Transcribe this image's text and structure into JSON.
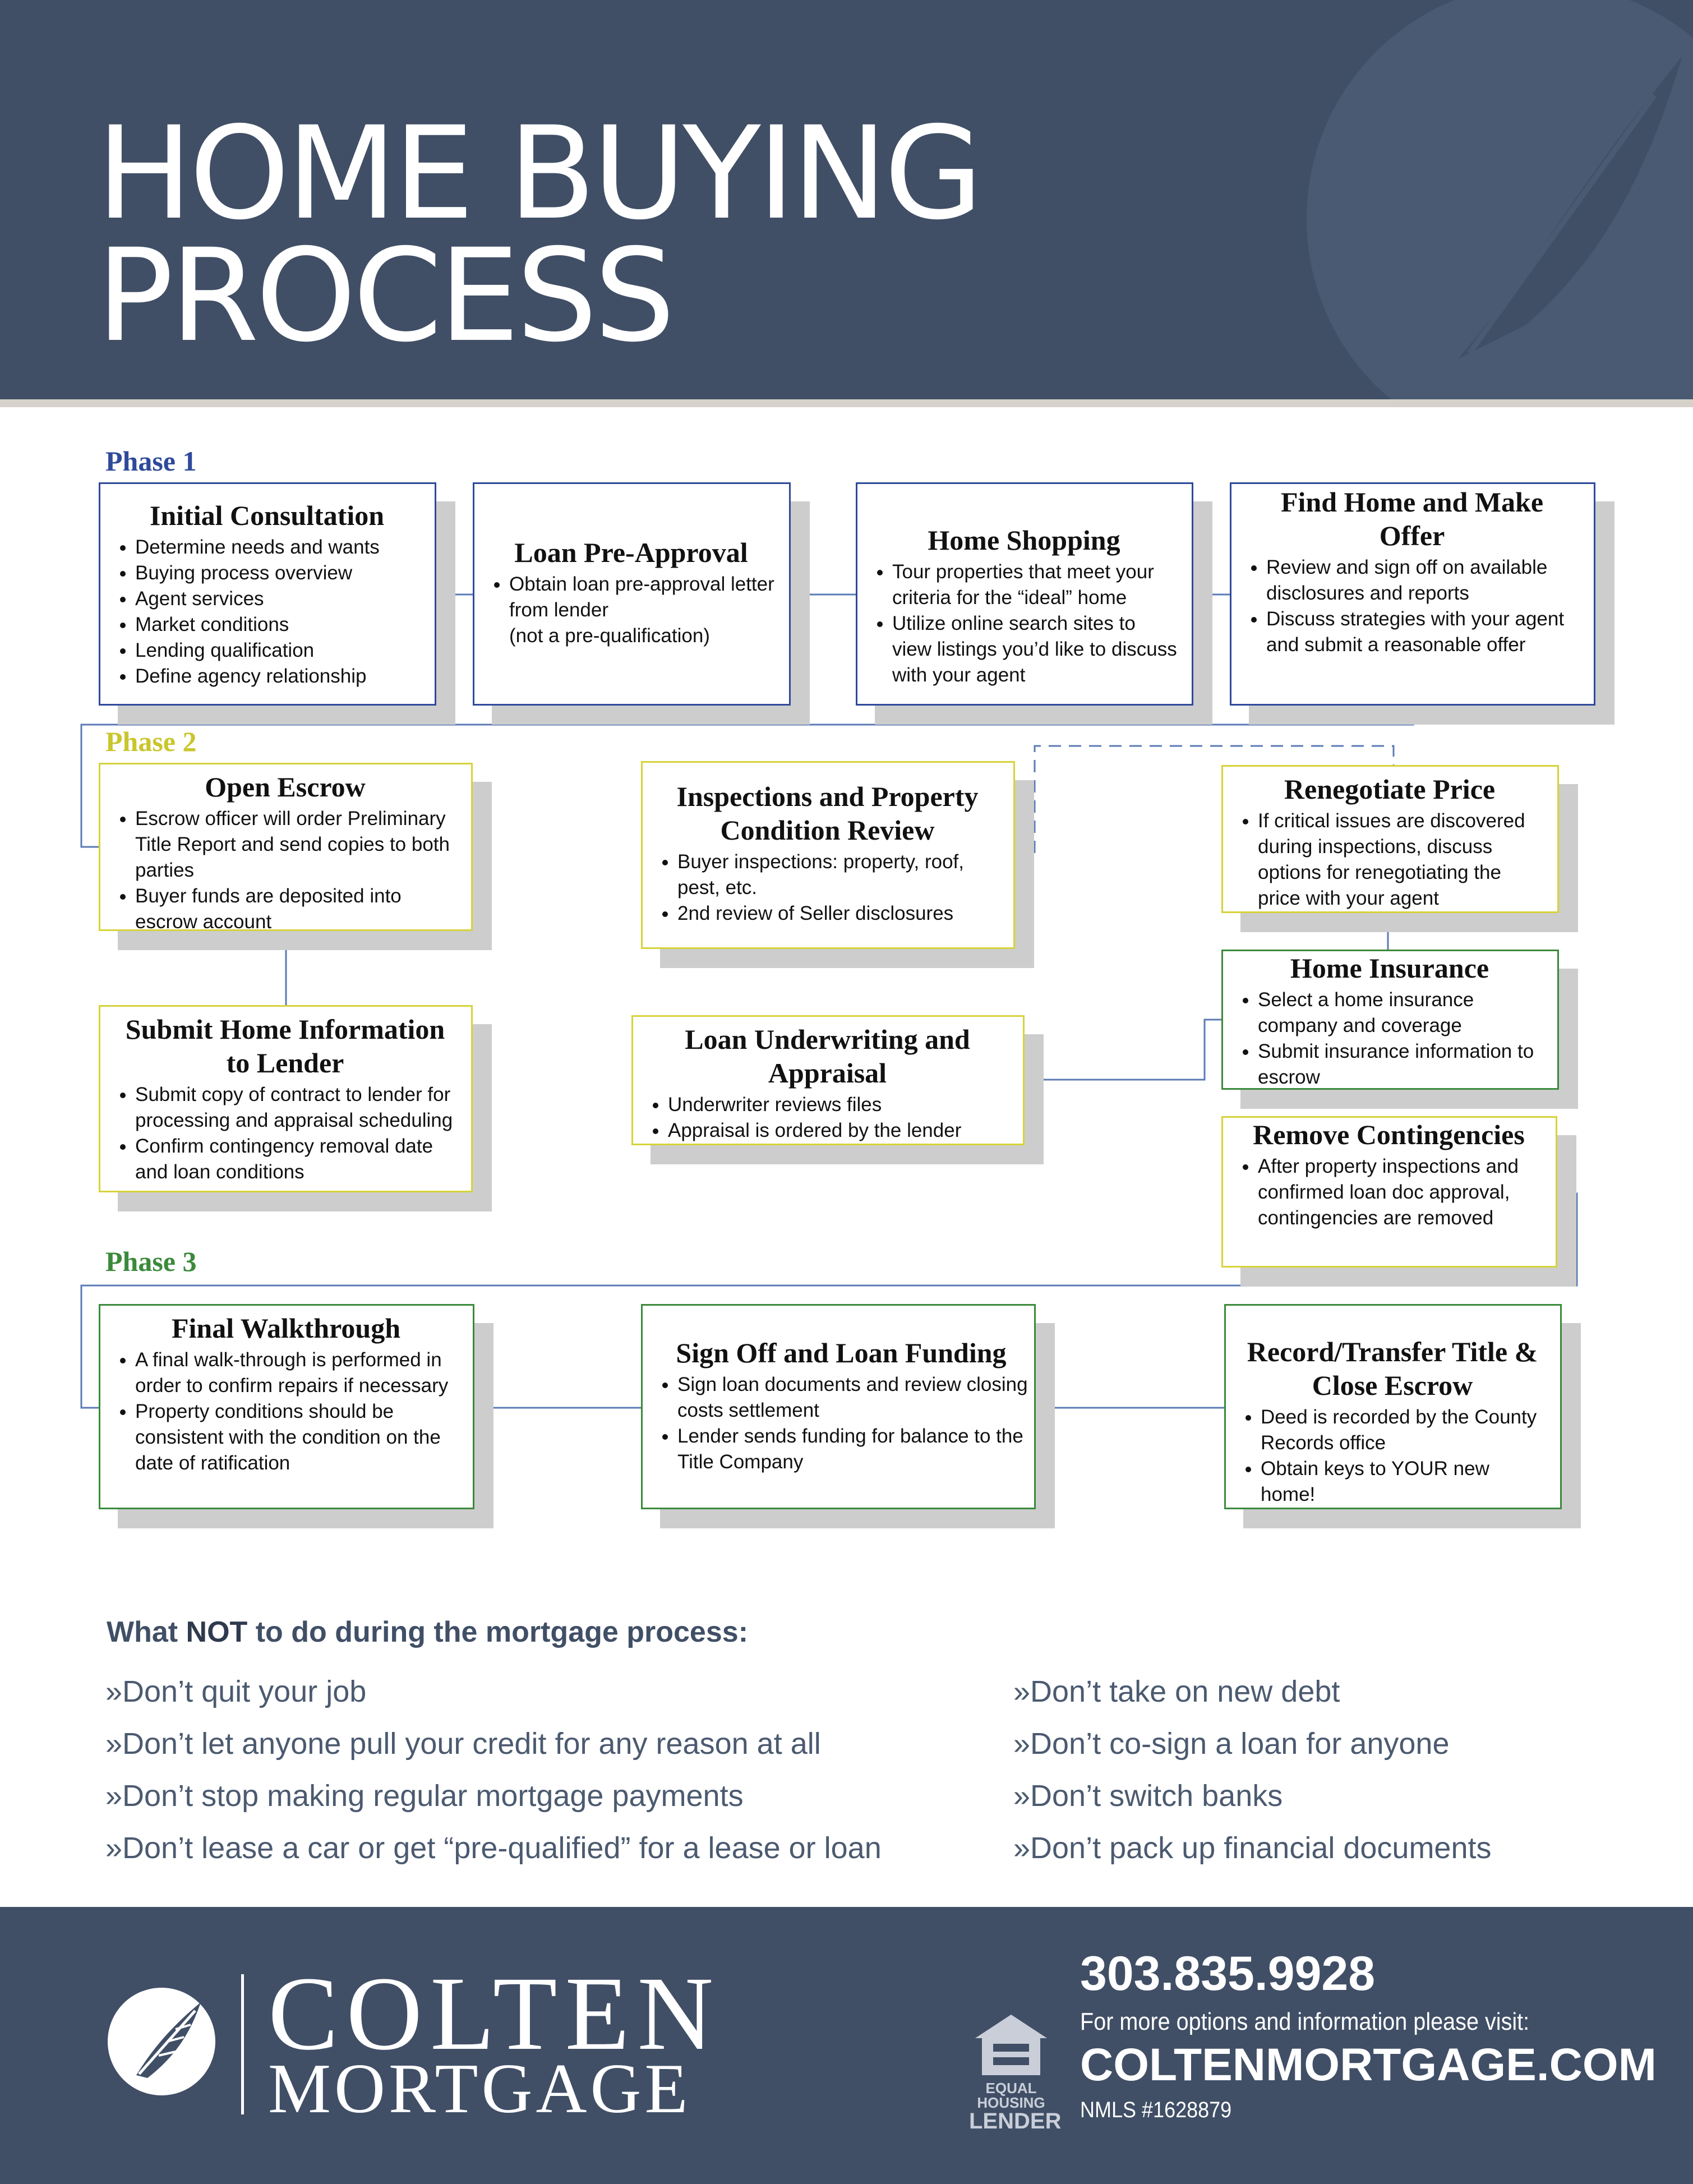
{
  "header": {
    "title_line1": "HOME BUYING",
    "title_line2": "PROCESS"
  },
  "colors": {
    "header_bg": "#404f66",
    "phase1": "#2f4a9a",
    "phase2": "#d6d33a",
    "phase3": "#3b8a3b"
  },
  "phases": {
    "p1": "Phase 1",
    "p2": "Phase 2",
    "p3": "Phase 3"
  },
  "steps": {
    "initial": {
      "title": "Initial Consultation",
      "items": [
        "Determine needs and wants",
        "Buying process overview",
        "Agent services",
        "Market conditions",
        "Lending qualification",
        "Define agency relationship"
      ]
    },
    "preapproval": {
      "title": "Loan Pre-Approval",
      "items": [
        "Obtain loan pre-approval letter from lender"
      ],
      "note": "(not a pre-qualification)"
    },
    "shopping": {
      "title": "Home Shopping",
      "items": [
        "Tour properties that meet your criteria for the “ideal” home",
        "Utilize online search sites to view listings you’d like to discuss with your agent"
      ]
    },
    "offer": {
      "title": "Find Home and Make Offer",
      "items": [
        "Review and sign off on available disclosures and reports",
        "Discuss strategies with your agent and submit a reasonable offer"
      ]
    },
    "escrow": {
      "title": "Open Escrow",
      "items": [
        "Escrow officer will order Preliminary Title Report and send copies to both parties",
        "Buyer funds are deposited into escrow account"
      ]
    },
    "inspections": {
      "title": "Inspections and Property Condition Review",
      "items": [
        "Buyer inspections: property, roof, pest, etc.",
        "2nd review of Seller disclosures"
      ]
    },
    "renegotiate": {
      "title": "Renegotiate Price",
      "items": [
        "If critical issues are discovered during inspections, discuss options for renegotiating the price with your agent"
      ]
    },
    "submit": {
      "title": "Submit Home Information to Lender",
      "items": [
        "Submit copy of contract to lender for processing and appraisal scheduling",
        "Confirm contingency removal date and loan conditions"
      ]
    },
    "underwriting": {
      "title": "Loan Underwriting and Appraisal",
      "items": [
        "Underwriter reviews files",
        "Appraisal is ordered by the lender"
      ]
    },
    "insurance": {
      "title": "Home Insurance",
      "items": [
        "Select a home insurance company and coverage",
        "Submit insurance information to escrow"
      ]
    },
    "contingencies": {
      "title": "Remove Contingencies",
      "items": [
        "After property inspections and confirmed loan doc approval, contingencies are removed"
      ]
    },
    "walkthrough": {
      "title": "Final Walkthrough",
      "items": [
        "A final walk-through is performed in order to confirm repairs if necessary",
        "Property conditions should be consistent with the condition on the date of ratification"
      ]
    },
    "funding": {
      "title": "Sign Off and Loan Funding",
      "items": [
        "Sign loan documents and review closing costs settlement",
        "Lender sends funding for balance to the Title Company"
      ]
    },
    "record": {
      "title": "Record/Transfer Title & Close Escrow",
      "items": [
        "Deed is recorded by the County Records office",
        "Obtain keys to YOUR new home!"
      ]
    }
  },
  "donts": {
    "heading_pre": "What ",
    "heading_bold": "NOT",
    "heading_post": " to do during the mortgage process:",
    "left": [
      "»Don’t quit your job",
      "»Don’t let anyone pull your credit for any reason at all",
      "»Don’t stop making regular mortgage payments",
      "»Don’t lease a car or get “pre-qualified” for a lease or loan"
    ],
    "right": [
      "»Don’t take on new debt",
      "»Don’t co-sign a loan for anyone",
      "»Don’t switch banks",
      "»Don’t pack up financial documents"
    ]
  },
  "footer": {
    "brand_line1": "COLTEN",
    "brand_line2": "MORTGAGE",
    "phone": "303.835.9928",
    "visit_text": "For more options and information please visit:",
    "website": "COLTENMORTGAGE.COM",
    "nmls": "NMLS #1628879",
    "eho_small": "EQUAL HOUSING",
    "eho_big": "LENDER",
    "logo_icon": "feather-icon",
    "eho_icon": "equal-housing-house-icon"
  }
}
